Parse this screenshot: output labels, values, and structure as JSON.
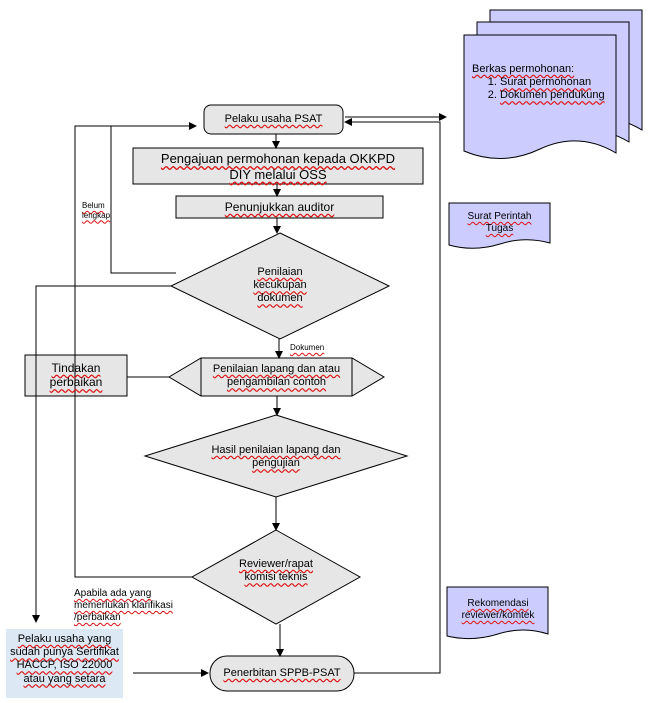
{
  "nodes": {
    "pelaku_usaha": "Pelaku usaha PSAT",
    "pengajuan": "Pengajuan permohonan kepada OKKPD DIY melalui OSS",
    "penunjukkan": "Penunjukkan auditor",
    "penilaian_kecukupan": "Penilaian kecukupan dokumen",
    "penilaian_lapang": "Penilaian lapang dan atau pengambilan contoh",
    "tindakan": "Tindakan perbaikan",
    "hasil": "Hasil penilaian lapang dan pengujian",
    "reviewer": "Reviewer/rapat komisi teknis",
    "sertifikat": "Pelaku usaha yang sudah punya Sertifikat HACCP, ISO 22000 atau yang setara",
    "penerbitan": "Penerbitan SPPB-PSAT"
  },
  "documents": {
    "berkas_title": "Berkas permohonan:",
    "berkas_items": [
      "Surat permohonan",
      "Dokumen pendukung"
    ],
    "surat_tugas": "Surat Perintah Tugas",
    "rekomendasi": "Rekomendasi reviewer/komtek"
  },
  "edge_labels": {
    "belum_lengkap": "Belum lengkap",
    "dokumen": "Dokumen",
    "klarifikasi": "Apabila ada yang memerlukan klarifikasi /perbaikan"
  },
  "colors": {
    "box_fill": "#e6e6e6",
    "doc_fill": "#ccccff",
    "cert_fill": "#dce9f5",
    "stroke": "#000000"
  }
}
